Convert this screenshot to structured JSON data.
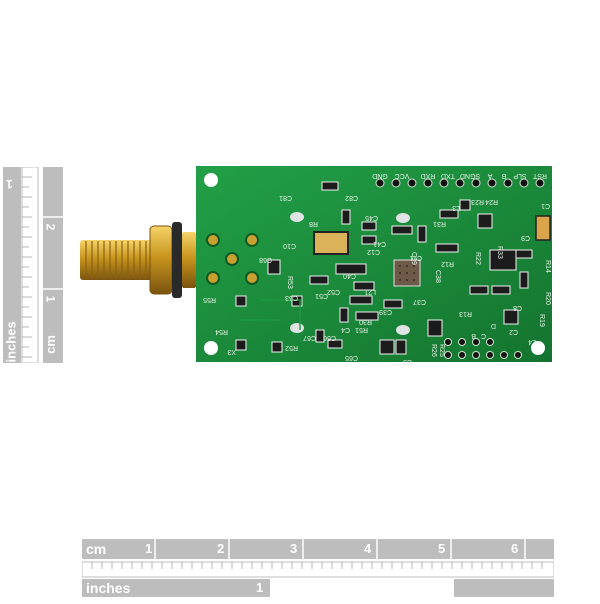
{
  "ruler_horizontal": {
    "cm_label": "cm",
    "cm_ticks": [
      "1",
      "2",
      "3",
      "4",
      "5",
      "6"
    ],
    "inch_label": "inches",
    "inch_ticks": [
      "1"
    ]
  },
  "ruler_vertical": {
    "cm_label": "cm",
    "cm_ticks": [
      "1",
      "2"
    ],
    "inch_label": "inches",
    "inch_ticks": [
      "1"
    ]
  },
  "pcb": {
    "header_pins": [
      "RST",
      "SLP",
      "B",
      "A",
      "SGND",
      "TXD",
      "RXD",
      "VCC",
      "GND"
    ],
    "designators": [
      "C81",
      "C82",
      "R8",
      "C10",
      "C45",
      "C11",
      "C12",
      "C41",
      "L21",
      "C52",
      "C40",
      "C39",
      "R30",
      "C4",
      "R51",
      "C37",
      "C38",
      "C39",
      "R53",
      "C53",
      "C51",
      "C68",
      "C67",
      "C66",
      "C65",
      "R52",
      "R55",
      "R54",
      "X3",
      "R33",
      "R31",
      "R22",
      "R12",
      "C1",
      "C9",
      "R14",
      "R13",
      "R23",
      "R24",
      "R20",
      "C8",
      "C2",
      "R19",
      "C5",
      "R26",
      "R25",
      "L3",
      "L4",
      "C",
      "B",
      "D"
    ],
    "colors": {
      "board": "#1b8a3c",
      "connector": "#d4a82a",
      "silkscreen": "#e8f2e8"
    }
  }
}
